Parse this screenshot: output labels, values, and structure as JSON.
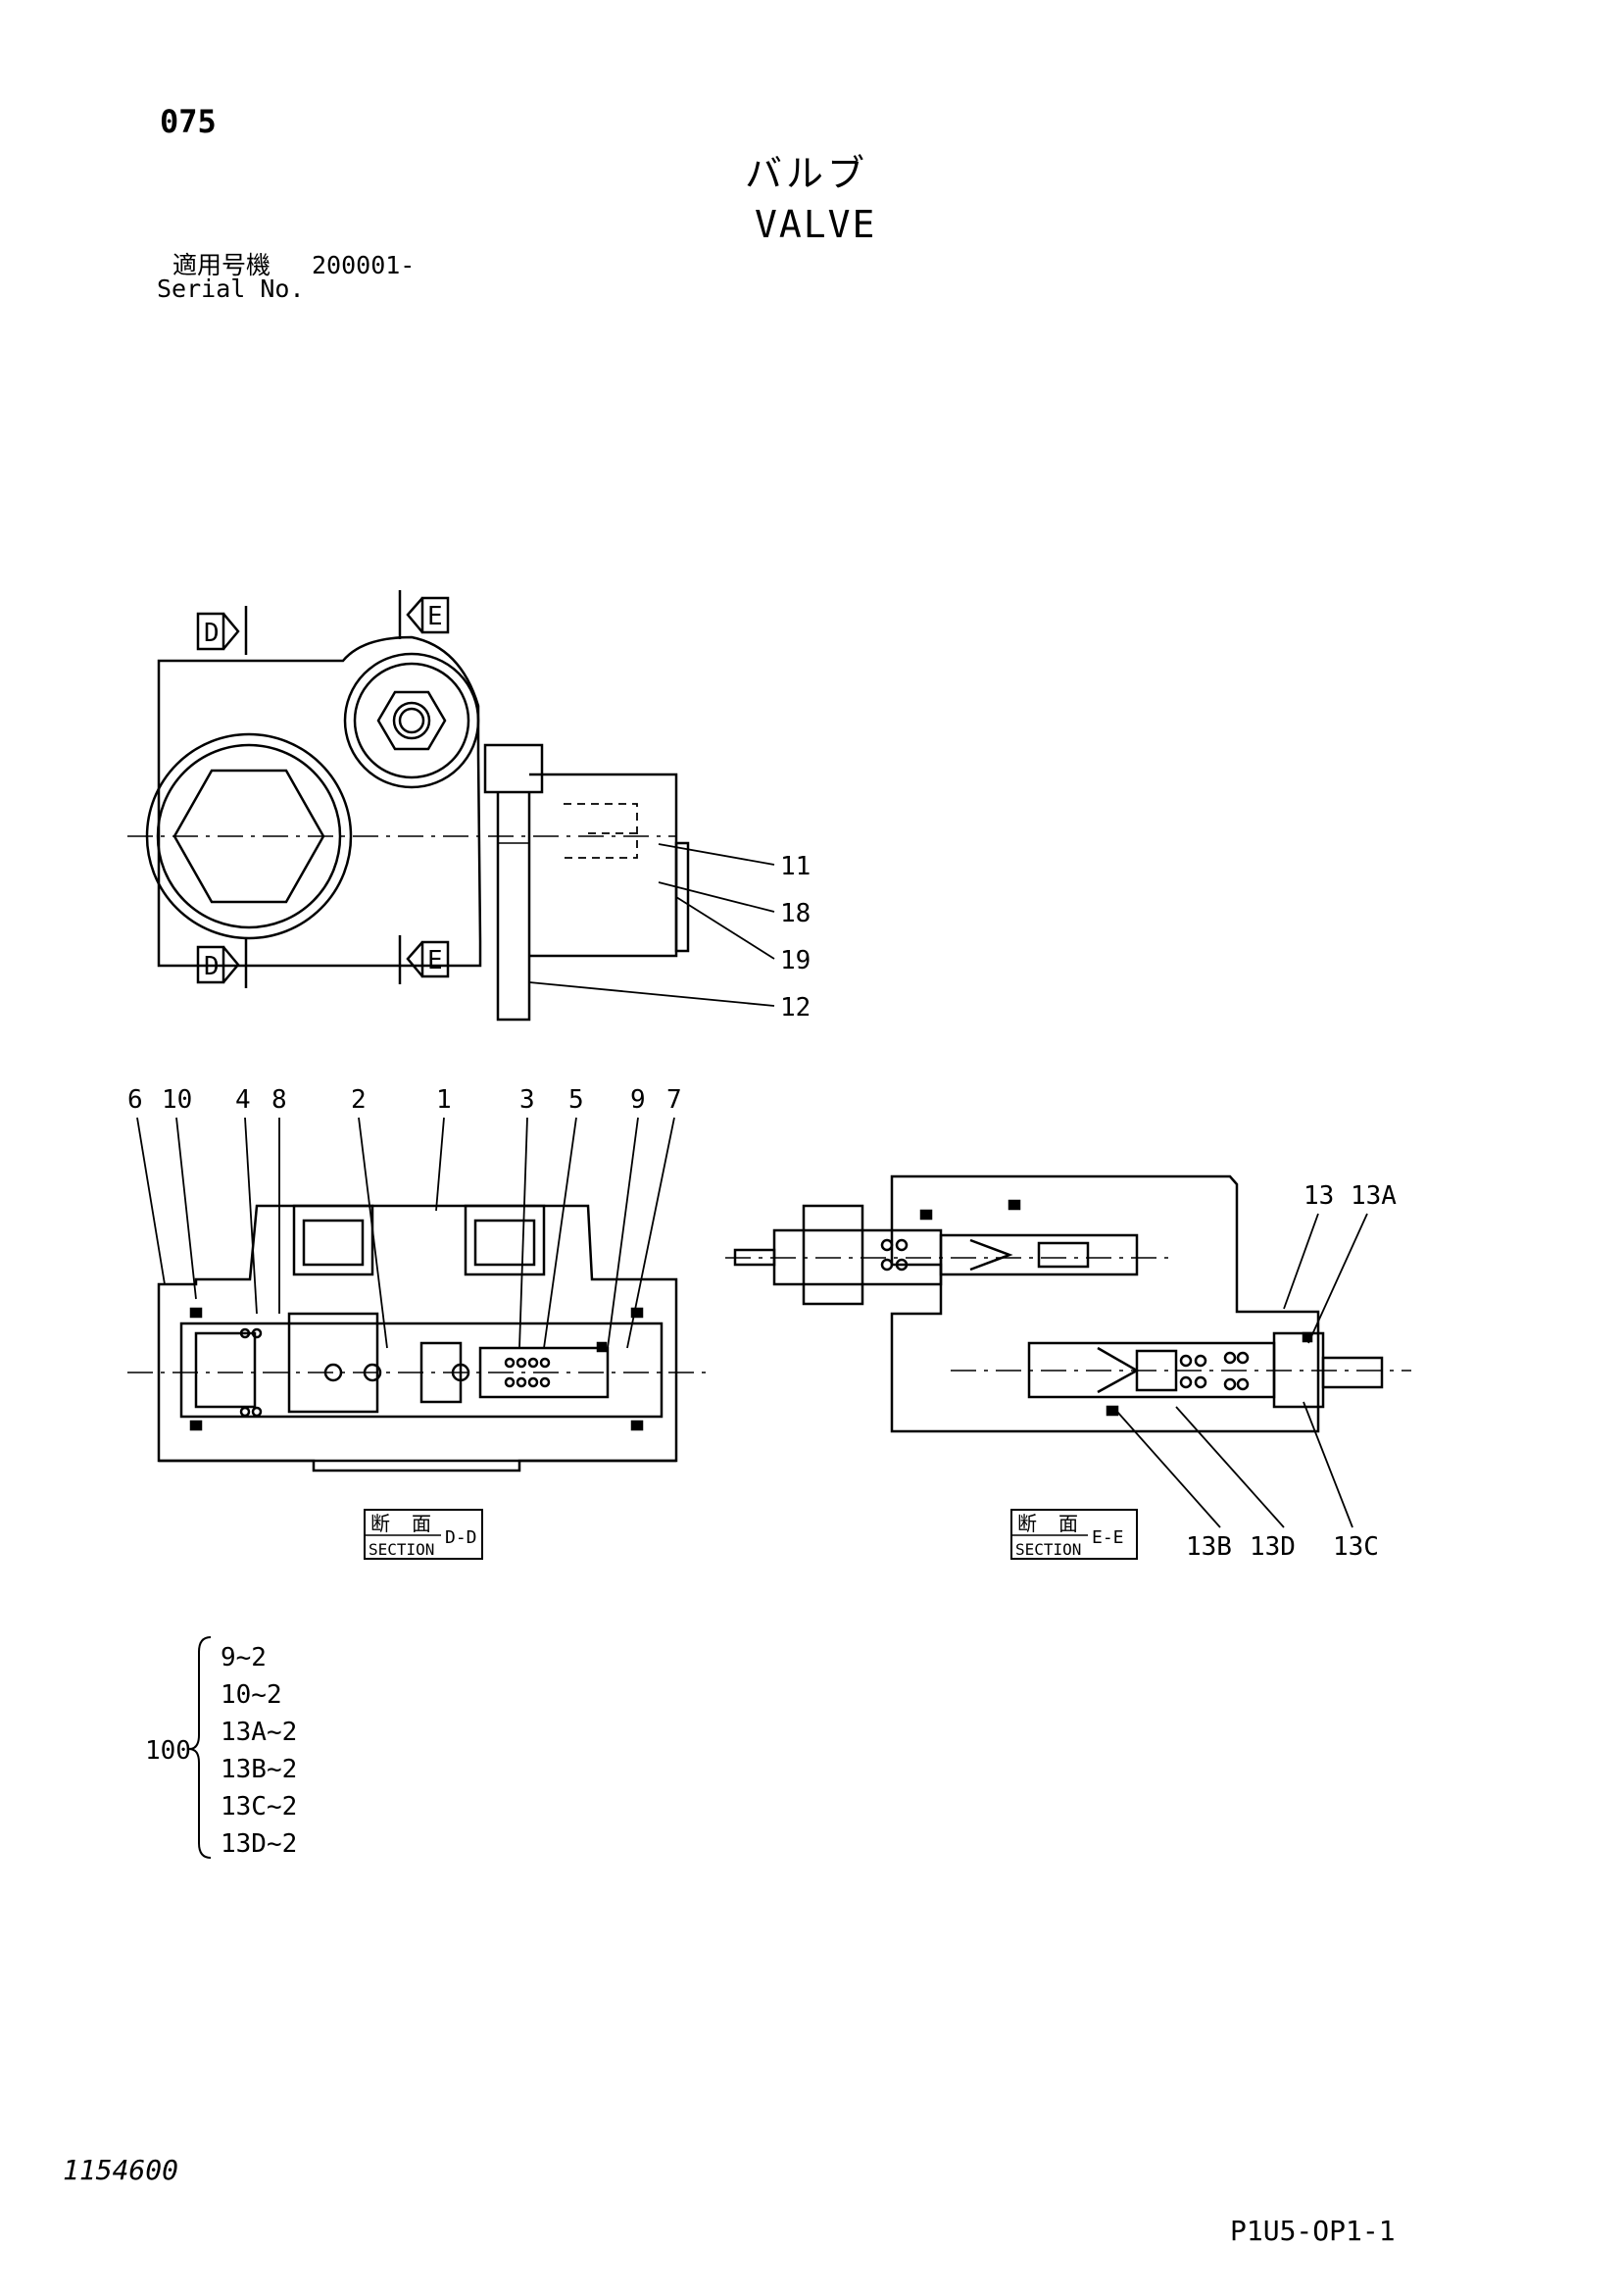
{
  "header": {
    "page_number": "075",
    "title_jp": "バルブ",
    "title_en": "VALVE",
    "serial_label_jp": "適用号機",
    "serial_value": "200001-",
    "serial_label_en": "Serial No."
  },
  "top_view": {
    "section_markers": [
      "D",
      "E",
      "D",
      "E"
    ],
    "callouts": [
      "11",
      "18",
      "19",
      "12"
    ]
  },
  "section_dd": {
    "callouts": [
      "6",
      "10",
      "4",
      "8",
      "2",
      "1",
      "3",
      "5",
      "9",
      "7"
    ],
    "label_jp_1": "断",
    "label_jp_2": "面",
    "label_en": "SECTION",
    "label_id": "D-D"
  },
  "section_ee": {
    "callouts_top": [
      "13",
      "13A"
    ],
    "callouts_bottom": [
      "13B",
      "13D",
      "13C"
    ],
    "label_jp_1": "断",
    "label_jp_2": "面",
    "label_en": "SECTION",
    "label_id": "E-E"
  },
  "kit": {
    "number": "100",
    "items": [
      "9~2",
      "10~2",
      "13A~2",
      "13B~2",
      "13C~2",
      "13D~2"
    ]
  },
  "footer": {
    "doc_number": "1154600",
    "page_code": "P1U5-OP1-1"
  }
}
